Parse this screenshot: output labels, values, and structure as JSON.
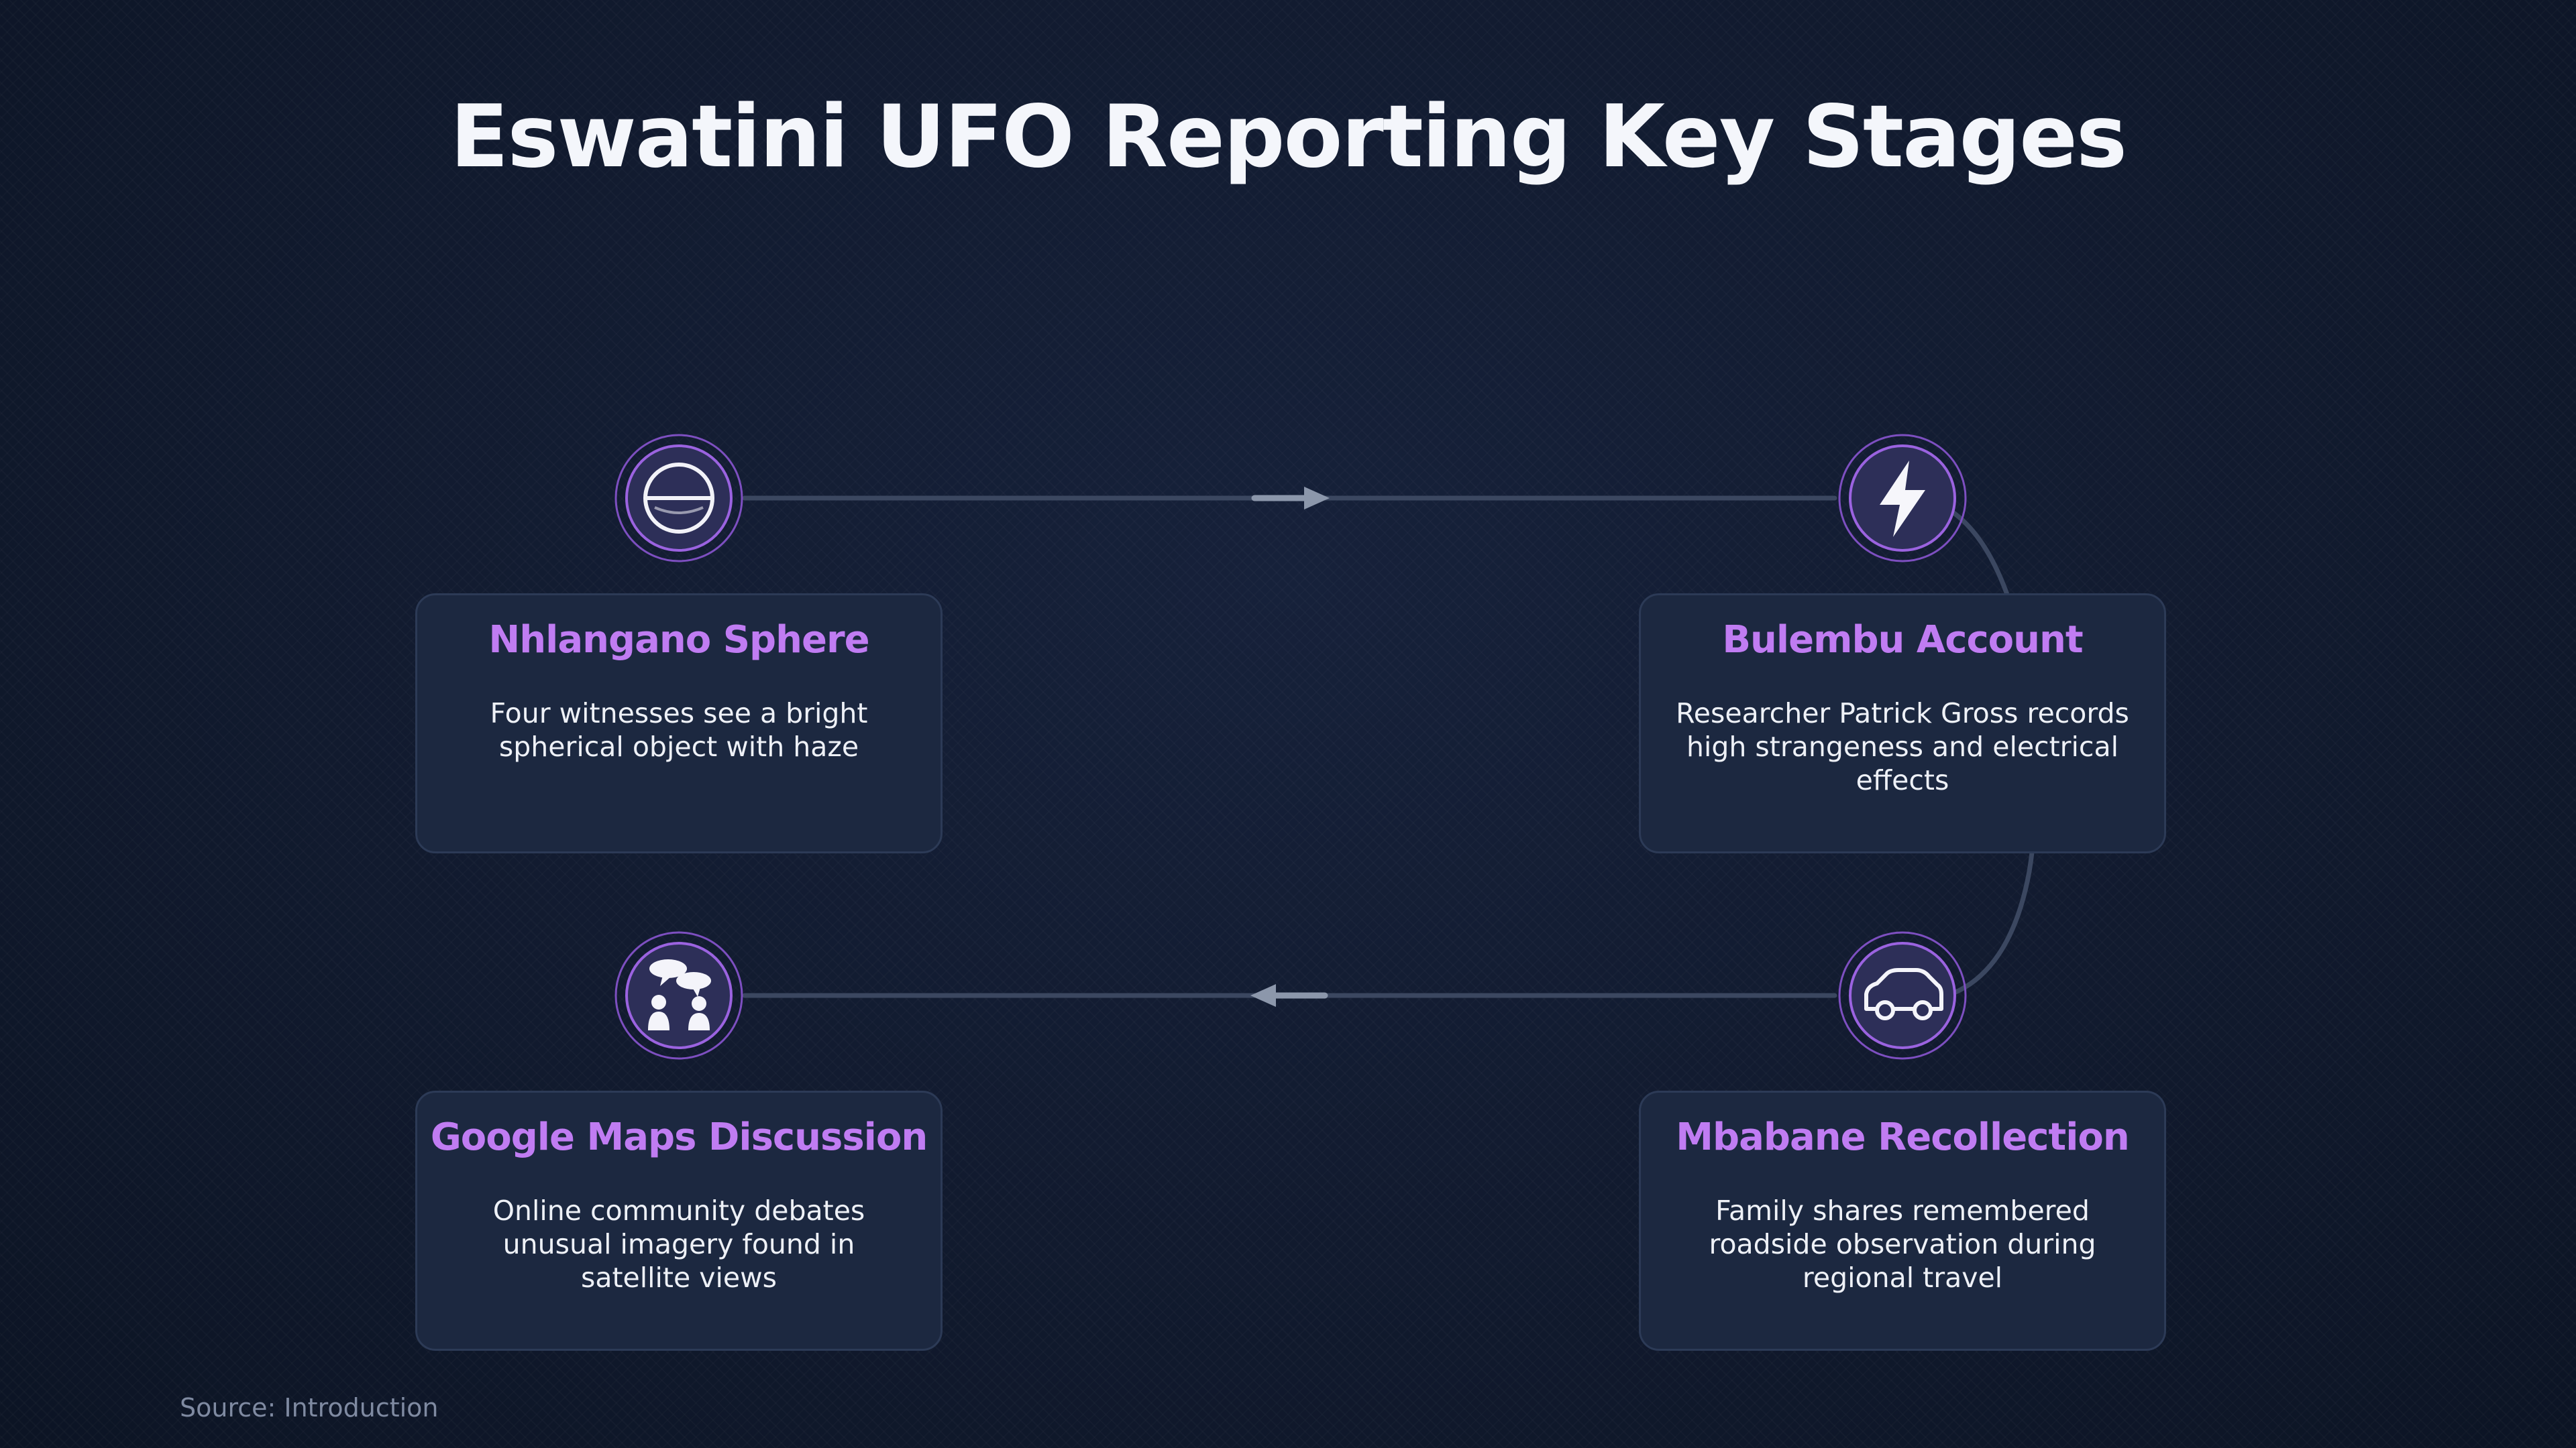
{
  "title": "Eswatini UFO Reporting Key Stages",
  "colors": {
    "background": "#111a2e",
    "card": "#1c2840",
    "accent": "#c07cf2",
    "connector": "#3b4760",
    "arrow": "#8c97ab"
  },
  "stages": [
    {
      "title": "Nhlangano Sphere",
      "description": "Four witnesses see a bright spherical object with haze",
      "icon": "sphere-icon"
    },
    {
      "title": "Bulembu Account",
      "description": "Researcher Patrick Gross records high strangeness and electrical effects",
      "icon": "lightning-icon"
    },
    {
      "title": "Mbabane Recollection",
      "description": "Family shares remembered roadside observation during regional travel",
      "icon": "car-icon"
    },
    {
      "title": "Google Maps Discussion",
      "description": "Online community debates unusual imagery found in satellite views",
      "icon": "discussion-icon"
    }
  ],
  "source": "Source: Introduction"
}
